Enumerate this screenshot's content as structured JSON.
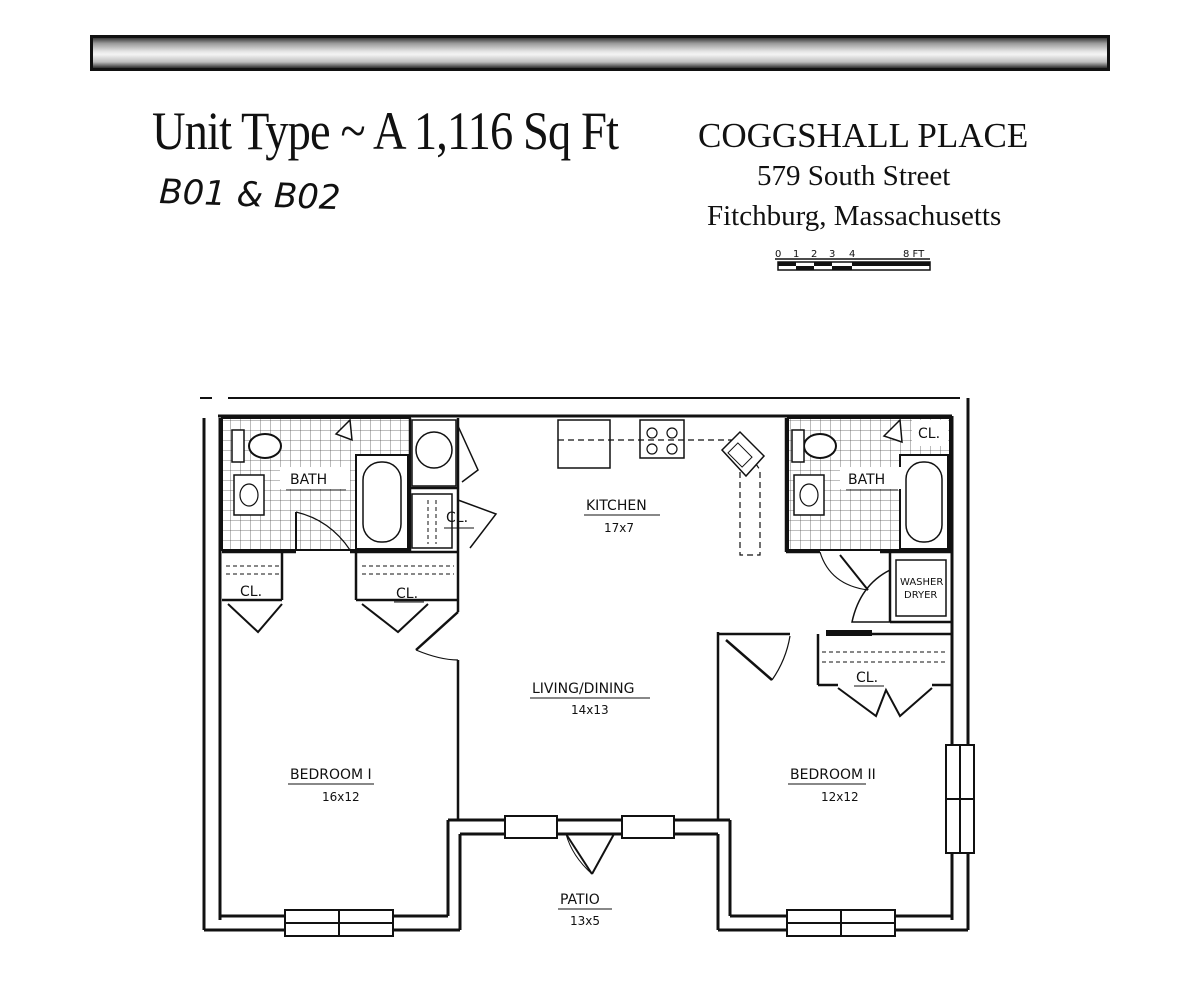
{
  "header": {
    "title": "Unit Type ~ A  1,116 Sq Ft",
    "units_handwritten": "B01 & B02",
    "property_name": "COGGSHALL PLACE",
    "address_line1": "579 South Street",
    "address_line2": "Fitchburg, Massachusetts"
  },
  "scale_bar": {
    "ticks": [
      "0",
      "1",
      "2",
      "3",
      "4",
      "8 FT"
    ]
  },
  "rooms": {
    "bath_left": "BATH",
    "bath_right": "BATH",
    "kitchen": {
      "name": "KITCHEN",
      "size": "17x7"
    },
    "living": {
      "name": "LIVING/DINING",
      "size": "14x13"
    },
    "bedroom1": {
      "name": "BEDROOM I",
      "size": "16x12"
    },
    "bedroom2": {
      "name": "BEDROOM II",
      "size": "12x12"
    },
    "patio": {
      "name": "PATIO",
      "size": "13x5"
    }
  },
  "closets": {
    "cl_bath_right": "CL.",
    "cl_center": "CL.",
    "cl_bed1_left": "CL.",
    "cl_bed1_right": "CL.",
    "cl_bed2": "CL."
  },
  "fixtures": {
    "washer_dryer_line1": "WASHER",
    "washer_dryer_line2": "DRYER"
  }
}
